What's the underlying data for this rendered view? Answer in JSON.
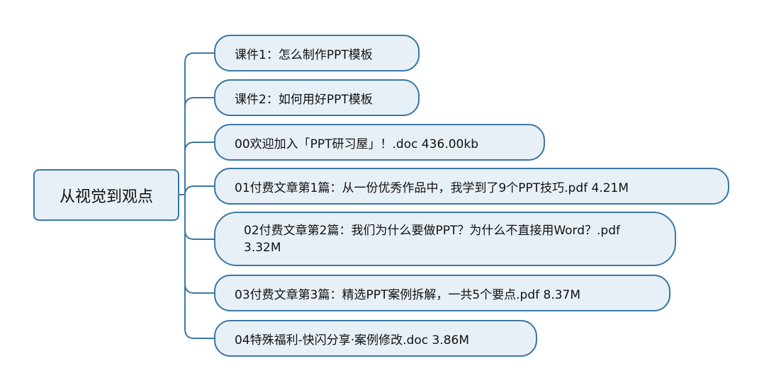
{
  "mindmap": {
    "root": "从视觉到观点",
    "children": [
      "课件1：怎么制作PPT模板",
      "课件2：如何用好PPT模板",
      "00欢迎加入「PPT研习屋」！.doc 436.00kb",
      "01付费文章第1篇：从一份优秀作品中，我学到了9个PPT技巧.pdf 4.21M",
      "02付费文章第2篇：我们为什么要做PPT？为什么不直接用Word？.pdf 3.32M",
      "03付费文章第3篇：精选PPT案例拆解，一共5个要点.pdf 8.37M",
      "04特殊福利-快闪分享·案例修改.doc 3.86M"
    ]
  },
  "colors": {
    "node_fill": "#e8f0f7",
    "node_border": "#3a78a8",
    "connector": "#3a78a8"
  }
}
